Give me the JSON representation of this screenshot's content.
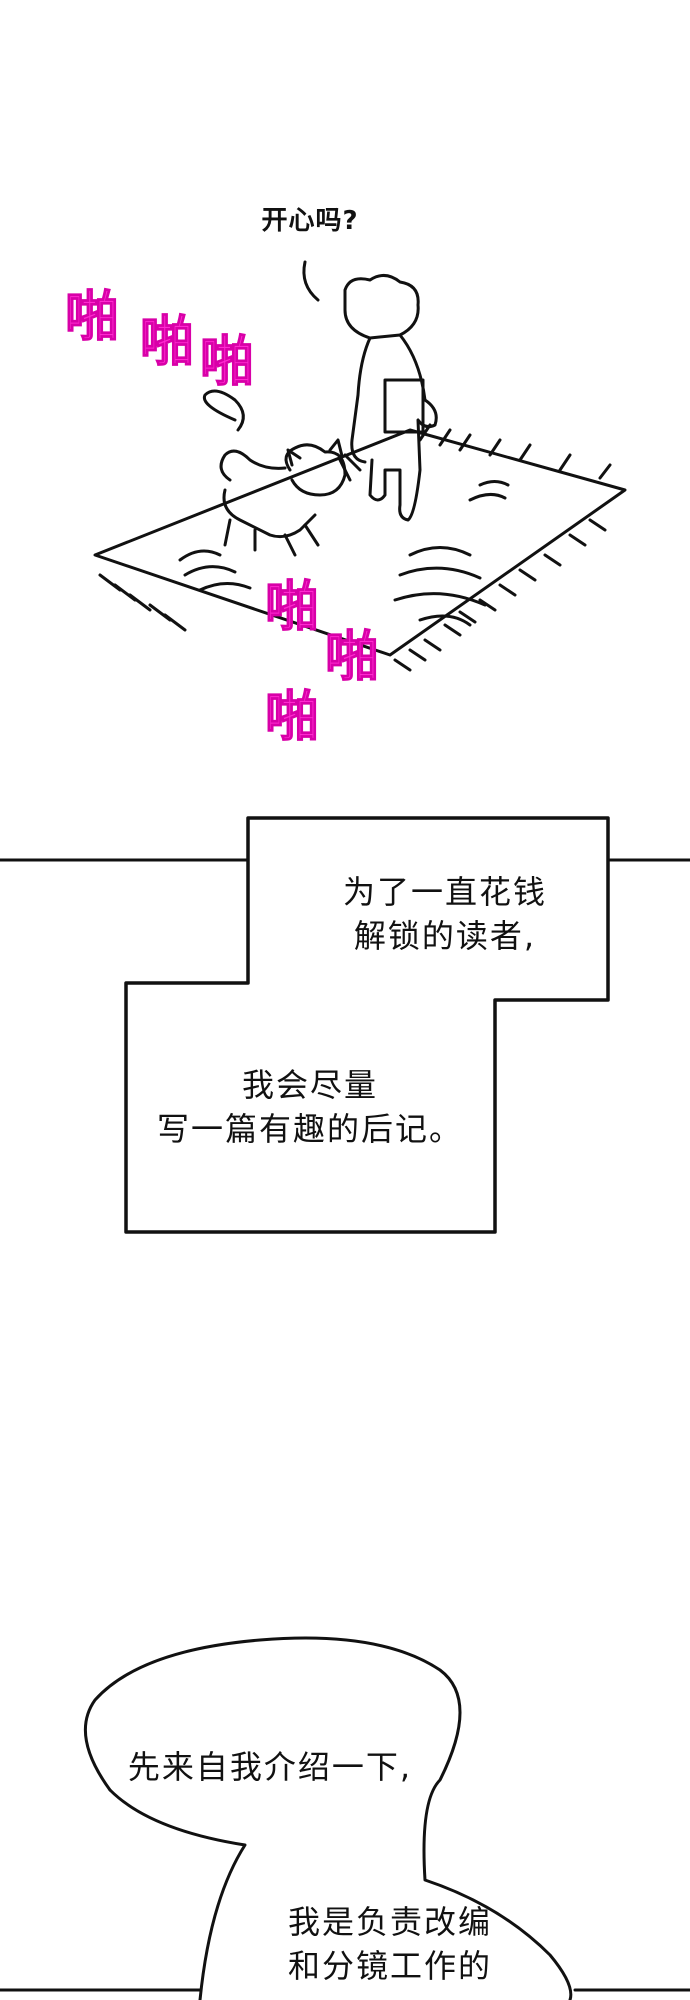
{
  "panel1": {
    "speech": "开心吗?",
    "sfx": [
      "啪",
      "啪",
      "啪",
      "啪",
      "啪",
      "啪"
    ]
  },
  "panel2": {
    "caption_top": [
      "为了一直花钱",
      "解锁的读者,"
    ],
    "caption_bottom": [
      "我会尽量",
      "写一篇有趣的后记。"
    ]
  },
  "panel3": {
    "bubble1": "先来自我介绍一下,",
    "bubble2": [
      "我是负责改编",
      "和分镜工作的"
    ]
  },
  "colors": {
    "sfx": "#ff2bd0",
    "ink": "#111111",
    "background": "#ffffff"
  }
}
